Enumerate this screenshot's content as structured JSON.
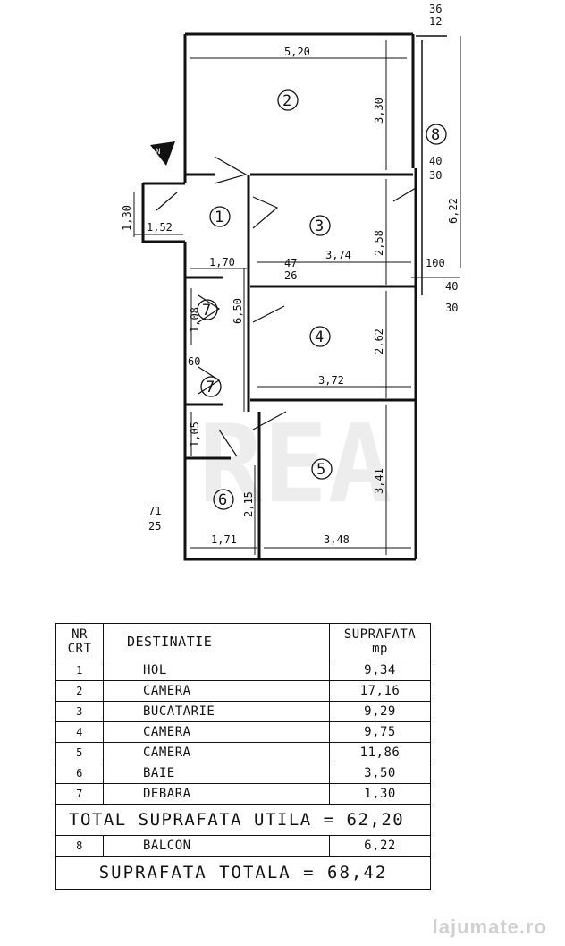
{
  "plan": {
    "rooms": [
      "1",
      "2",
      "3",
      "4",
      "5",
      "6",
      "7",
      "7",
      "8"
    ],
    "dimensions": [
      "5,20",
      "3,30",
      "6,22",
      "1,30",
      "1,52",
      "2,58",
      "3,74",
      "1,70",
      "47",
      "26",
      "100",
      "40",
      "30",
      "40",
      "30",
      "36",
      "12",
      "6,50",
      "1,08",
      "60",
      "2,62",
      "3,72",
      "1,05",
      "3,41",
      "2,15",
      "71",
      "25",
      "1,71",
      "3,48"
    ],
    "north_label": "N",
    "watermark": "REA"
  },
  "table": {
    "header": {
      "nr": [
        "NR",
        "CRT"
      ],
      "destinatie": "DESTINATIE",
      "suprafata": [
        "SUPRAFATA",
        "mp"
      ]
    },
    "rows": [
      {
        "nr": "1",
        "name": "HOL",
        "area": "9,34"
      },
      {
        "nr": "2",
        "name": "CAMERA",
        "area": "17,16"
      },
      {
        "nr": "3",
        "name": "BUCATARIE",
        "area": "9,29"
      },
      {
        "nr": "4",
        "name": "CAMERA",
        "area": "9,75"
      },
      {
        "nr": "5",
        "name": "CAMERA",
        "area": "11,86"
      },
      {
        "nr": "6",
        "name": "BAIE",
        "area": "3,50"
      },
      {
        "nr": "7",
        "name": "DEBARA",
        "area": "1,30"
      }
    ],
    "total_util": "TOTAL SUPRAFATA UTILA = 62,20",
    "balcon": {
      "nr": "8",
      "name": "BALCON",
      "area": "6,22"
    },
    "total": "SUPRAFATA TOTALA = 68,42"
  },
  "watermark_site": "lajumate.ro"
}
